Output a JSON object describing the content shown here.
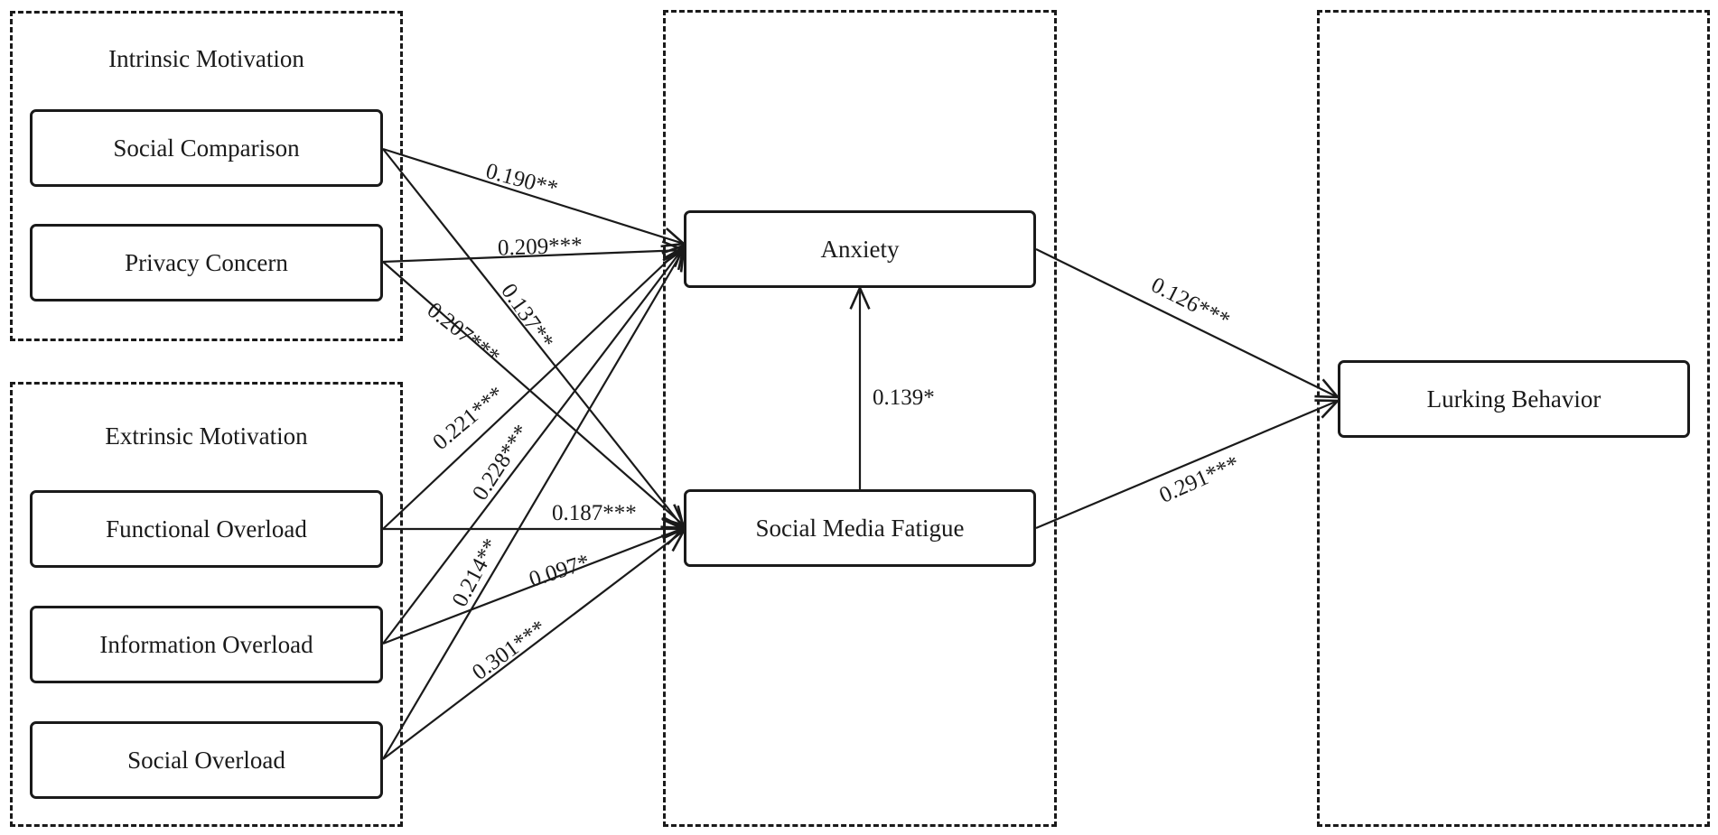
{
  "groups": {
    "intrinsic": "Intrinsic Motivation",
    "extrinsic": "Extrinsic Motivation"
  },
  "nodes": {
    "social_comparison": "Social Comparison",
    "privacy_concern": "Privacy Concern",
    "functional_overload": "Functional Overload",
    "information_overload": "Information Overload",
    "social_overload": "Social Overload",
    "anxiety": "Anxiety",
    "social_media_fatigue": "Social Media Fatigue",
    "lurking_behavior": "Lurking Behavior"
  },
  "paths": [
    {
      "id": "sc_anx",
      "from": "Social Comparison",
      "to": "Anxiety",
      "coef": "0.190**"
    },
    {
      "id": "pc_anx",
      "from": "Privacy Concern",
      "to": "Anxiety",
      "coef": "0.209***"
    },
    {
      "id": "sc_smf",
      "from": "Social Comparison",
      "to": "Social Media Fatigue",
      "coef": "0.137**"
    },
    {
      "id": "pc_smf",
      "from": "Privacy Concern",
      "to": "Social Media Fatigue",
      "coef": "0.207***"
    },
    {
      "id": "fo_anx",
      "from": "Functional Overload",
      "to": "Anxiety",
      "coef": "0.221***"
    },
    {
      "id": "io_anx",
      "from": "Information Overload",
      "to": "Anxiety",
      "coef": "0.228***"
    },
    {
      "id": "fo_smf",
      "from": "Functional Overload",
      "to": "Social Media Fatigue",
      "coef": "0.187***"
    },
    {
      "id": "io_smf",
      "from": "Information Overload",
      "to": "Social Media Fatigue",
      "coef": "0.097*"
    },
    {
      "id": "so_anx",
      "from": "Social Overload",
      "to": "Anxiety",
      "coef": "0.214**"
    },
    {
      "id": "so_smf",
      "from": "Social Overload",
      "to": "Social Media Fatigue",
      "coef": "0.301***"
    },
    {
      "id": "smf_anx",
      "from": "Social Media Fatigue",
      "to": "Anxiety",
      "coef": "0.139*"
    },
    {
      "id": "anx_lb",
      "from": "Anxiety",
      "to": "Lurking Behavior",
      "coef": "0.126***"
    },
    {
      "id": "smf_lb",
      "from": "Social Media Fatigue",
      "to": "Lurking Behavior",
      "coef": "0.291***"
    }
  ]
}
